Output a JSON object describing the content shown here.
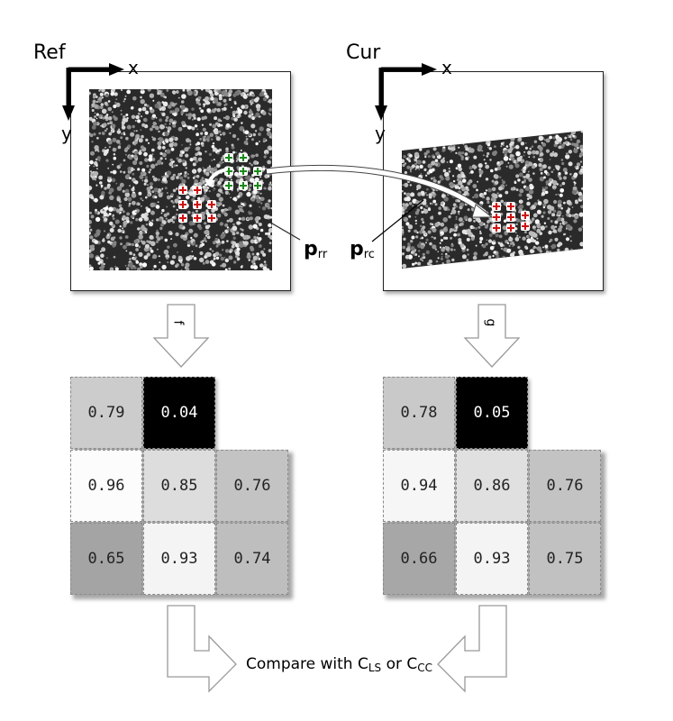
{
  "panels": {
    "ref": {
      "title": "Ref",
      "x_axis": "x",
      "y_axis": "y"
    },
    "cur": {
      "title": "Cur",
      "x_axis": "x",
      "y_axis": "y"
    }
  },
  "points": {
    "ref_label_main": "p",
    "ref_label_sub": "rr",
    "cur_label_main": "p",
    "cur_label_sub": "rc"
  },
  "functions": {
    "left": "f",
    "right": "g"
  },
  "grids": {
    "left": [
      [
        "0.79",
        "0.04",
        ""
      ],
      [
        "0.96",
        "0.85",
        "0.76"
      ],
      [
        "0.65",
        "0.93",
        "0.74"
      ]
    ],
    "right": [
      [
        "0.78",
        "0.05",
        ""
      ],
      [
        "0.94",
        "0.86",
        "0.76"
      ],
      [
        "0.66",
        "0.93",
        "0.75"
      ]
    ]
  },
  "compare": {
    "text": "Compare with C",
    "sub1": "LS",
    "mid": " or C",
    "sub2": "CC"
  },
  "colors": {
    "marker_red": "#d01010",
    "marker_green": "#1a8a1a",
    "arrow": "#ffffff"
  }
}
